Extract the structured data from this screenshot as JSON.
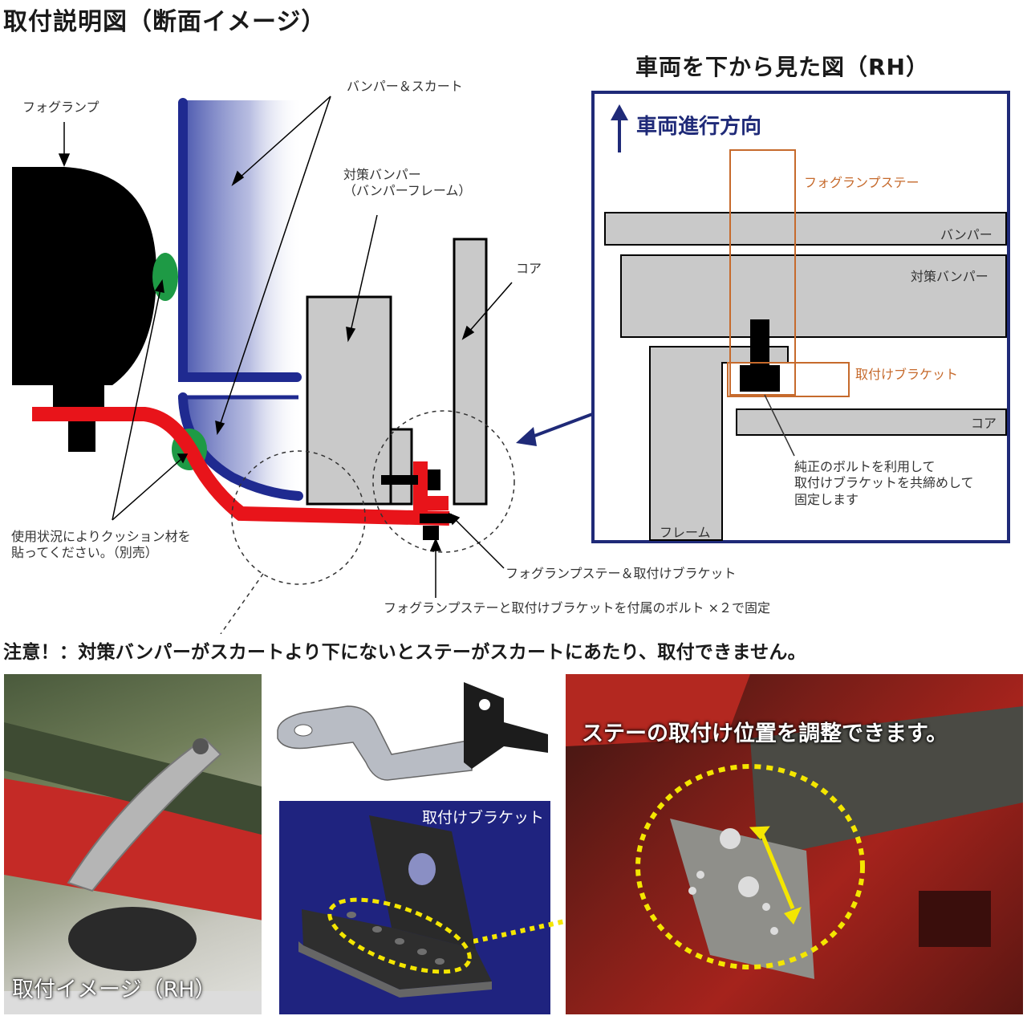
{
  "title_main": "取付説明図（断面イメージ）",
  "title_bottom_view": "車両を下から見た図（RH）",
  "cross_section": {
    "foglamp": "フォグランプ",
    "bumper_skirt": "バンパー＆スカート",
    "counter_bumper_line1": "対策バンパー",
    "counter_bumper_line2": "（バンパーフレーム）",
    "core": "コア",
    "cushion_line1": "使用状況によりクッション材を",
    "cushion_line2": "貼ってください。（別売）",
    "stay_bracket": "フォグランプステー＆取付けブラケット",
    "fixing": "フォグランプステーと取付けブラケットを付属のボルト ×２で固定"
  },
  "bottom_view": {
    "direction": "車両進行方向",
    "foglamp_stay": "フォグランプステー",
    "bumper": "バンパー",
    "counter_bumper": "対策バンパー",
    "bracket": "取付けブラケット",
    "core": "コア",
    "bolt_note_line1": "純正のボルトを利用して",
    "bolt_note_line2": "取付けブラケットを共締めして",
    "bolt_note_line3": "固定します",
    "frame": "フレーム"
  },
  "caution": "注意！：対策バンパーがスカートより下にないとステーがスカートにあたり、取付できません。",
  "photos": {
    "install_caption": "取付イメージ（RH）",
    "bracket_caption": "取付けブラケット",
    "adjust_caption": "ステーの取付け位置を調整できます。"
  },
  "colors": {
    "navy": "#1f2a78",
    "red": "#e8141a",
    "green": "#1e9a45",
    "gray": "#c9c9c9",
    "orange": "#c66a2c",
    "yellow": "#f4e600"
  }
}
